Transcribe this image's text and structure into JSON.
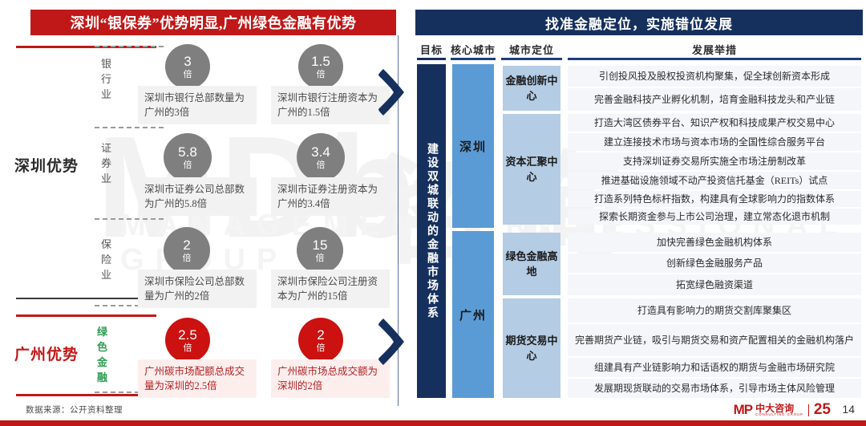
{
  "left": {
    "title": "深圳“银保券”优势明显,广州绿色金融有优势",
    "advantage_labels": {
      "shenzhen": "深圳优势",
      "guangzhou": "广州优势"
    },
    "sectors": [
      {
        "name": "银行业",
        "color": "gray"
      },
      {
        "name": "证券业",
        "color": "gray"
      },
      {
        "name": "保险业",
        "color": "gray"
      },
      {
        "name": "绿色金融",
        "color": "green"
      }
    ],
    "metrics": [
      {
        "value": "3",
        "unit": "倍",
        "note": "深圳市银行总部数量为广州的3倍",
        "style": "gray"
      },
      {
        "value": "1.5",
        "unit": "倍",
        "note": "深圳市银行注册资本为广州的1.5倍",
        "style": "gray"
      },
      {
        "value": "5.8",
        "unit": "倍",
        "note": "深圳市证券公司总部数为广州的5.8倍",
        "style": "gray"
      },
      {
        "value": "3.4",
        "unit": "倍",
        "note": "深圳市证券注册资本为广州的3.4倍",
        "style": "gray"
      },
      {
        "value": "2",
        "unit": "倍",
        "note": "深圳市保险公司总部数量为广州的2倍",
        "style": "gray"
      },
      {
        "value": "15",
        "unit": "倍",
        "note": "深圳市保险公司注册资本为广州的15倍",
        "style": "gray"
      },
      {
        "value": "2.5",
        "unit": "倍",
        "note": "广州碳市场配额总成交量为深圳的2.5倍",
        "style": "red"
      },
      {
        "value": "2",
        "unit": "倍",
        "note": "广州碳市场总成交额为深圳的2倍",
        "style": "red"
      }
    ],
    "source_note": "数据来源：公开资料整理"
  },
  "right": {
    "title": "找准金融定位，实施错位发展",
    "columns": [
      "目标",
      "核心城市",
      "城市定位",
      "发展举措"
    ],
    "goal": "建设双城联动的金融市场体系",
    "cities": [
      {
        "name": "深圳"
      },
      {
        "name": "广州"
      }
    ],
    "positions": [
      {
        "name": "金融创新中心"
      },
      {
        "name": "资本汇聚中心"
      },
      {
        "name": "绿色金融高地"
      },
      {
        "name": "期货交易中心"
      }
    ],
    "measures": [
      "引创投风投及股权投资机构聚集，促全球创新资本形成",
      "完善金融科技产业孵化机制，培育金融科技龙头和产业链",
      "打造大湾区债券平台、知识产权和科技成果产权交易中心",
      "建立连接技术市场与资本市场的全国性综合服务平台",
      "支持深圳证券交易所实施全市场注册制改革",
      "推进基础设施领域不动产投资信托基金（REITs）试点",
      "打造系列特色标杆指数，构建具有全球影响力的指数体系",
      "探索长期资金参与上市公司治理，建立常态化退市机制",
      "加快完善绿色金融机构体系",
      "创新绿色金融服务产品",
      "拓宽绿色融资渠道",
      "打造具有影响力的期货交割库聚集区",
      "完善期货产业链，吸引与期货交易和资产配置相关的金融机构落户",
      "组建具有产业链影响力和话语权的期货与金融市场研究院",
      "发展期现货联动的交易市场体系，引导市场主体风险管理"
    ]
  },
  "footer": {
    "brand_mp": "MP",
    "brand_cn": "中大咨询",
    "brand_en": "CONSULTING GROUP",
    "brand_anniv": "25",
    "page_number": "14"
  },
  "watermark": {
    "big": "MDb",
    "cn": "咨询",
    "sub": "MANAGEMENT PROFESSIONAL GROUP"
  },
  "colors": {
    "red": "#c01818",
    "navy": "#16305e",
    "blue": "#5b9bd5",
    "light_blue": "#b4cce4",
    "gray_bubble": "#7f7f7f",
    "red_bubble": "#cc1111",
    "green": "#2e9c52"
  }
}
